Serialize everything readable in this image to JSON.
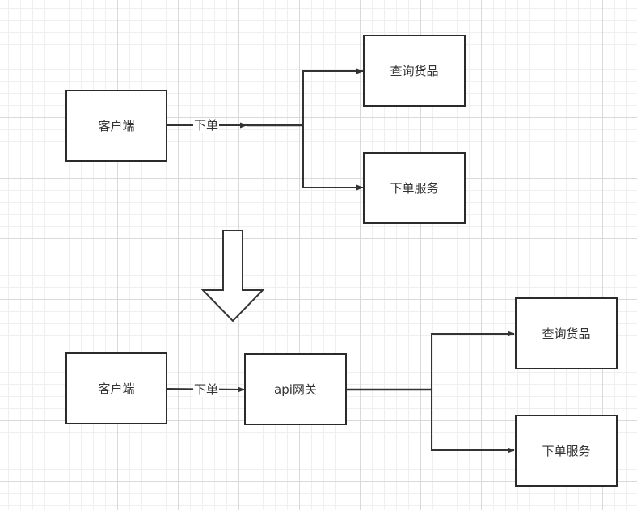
{
  "top": {
    "client": "客户端",
    "edge_label": "下单",
    "service_query": "查询货品",
    "service_order": "下单服务"
  },
  "bottom": {
    "client": "客户端",
    "edge_label": "下单",
    "gateway": "api网关",
    "service_query": "查询货品",
    "service_order": "下单服务"
  },
  "colors": {
    "line": "#333333",
    "border": "#2b2b2b",
    "grid_major": "#d9d9d9",
    "grid_minor": "#efefef"
  }
}
